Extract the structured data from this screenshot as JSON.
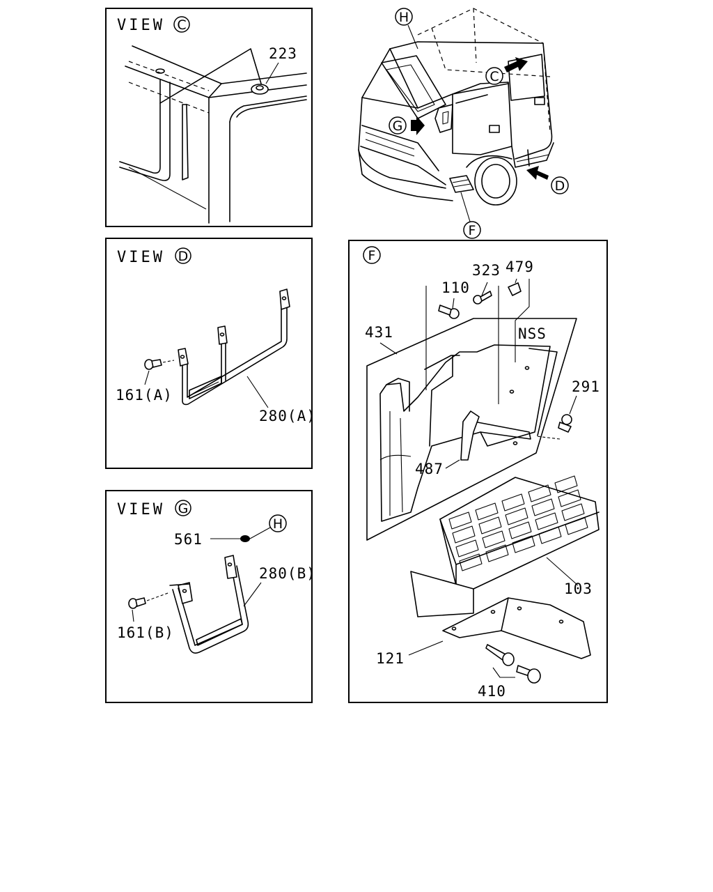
{
  "panels": {
    "view_c": {
      "title": "VIEW",
      "letter": "C",
      "parts": [
        "223"
      ]
    },
    "view_d": {
      "title": "VIEW",
      "letter": "D",
      "parts": [
        "161(A)",
        "280(A)"
      ]
    },
    "view_g": {
      "title": "VIEW",
      "letter": "G",
      "parts": [
        "561",
        "280(B)",
        "161(B)"
      ],
      "ref_letter": "H"
    },
    "view_f": {
      "letter": "F",
      "parts": [
        "323",
        "479",
        "110",
        "431",
        "NSS",
        "291",
        "487",
        "103",
        "121",
        "410"
      ]
    }
  },
  "truck": {
    "callouts": [
      "H",
      "C",
      "G",
      "D",
      "F"
    ]
  }
}
